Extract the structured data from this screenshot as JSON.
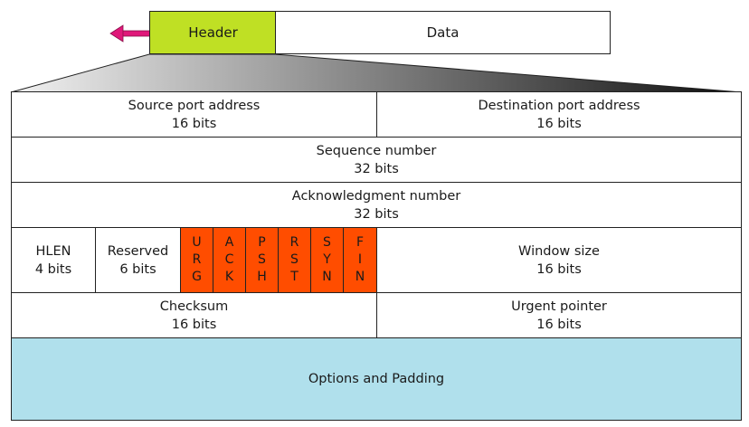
{
  "packet": {
    "header_label": "Header",
    "data_label": "Data"
  },
  "colors": {
    "header_fill": "#bfe024",
    "flag_fill": "#ff4d00",
    "options_fill": "#b0e0ec",
    "arrow": "#e0187a"
  },
  "fields": {
    "source_port": {
      "label": "Source port address",
      "size": "16 bits"
    },
    "dest_port": {
      "label": "Destination port address",
      "size": "16 bits"
    },
    "sequence": {
      "label": "Sequence number",
      "size": "32 bits"
    },
    "ack": {
      "label": "Acknowledgment number",
      "size": "32 bits"
    },
    "hlen": {
      "label": "HLEN",
      "size": "4 bits"
    },
    "reserved": {
      "label": "Reserved",
      "size": "6 bits"
    },
    "window": {
      "label": "Window size",
      "size": "16 bits"
    },
    "checksum": {
      "label": "Checksum",
      "size": "16 bits"
    },
    "urgent": {
      "label": "Urgent pointer",
      "size": "16 bits"
    },
    "options": {
      "label": "Options and Padding"
    }
  },
  "flags": [
    [
      "U",
      "R",
      "G"
    ],
    [
      "A",
      "C",
      "K"
    ],
    [
      "P",
      "S",
      "H"
    ],
    [
      "R",
      "S",
      "T"
    ],
    [
      "S",
      "Y",
      "N"
    ],
    [
      "F",
      "I",
      "N"
    ]
  ]
}
